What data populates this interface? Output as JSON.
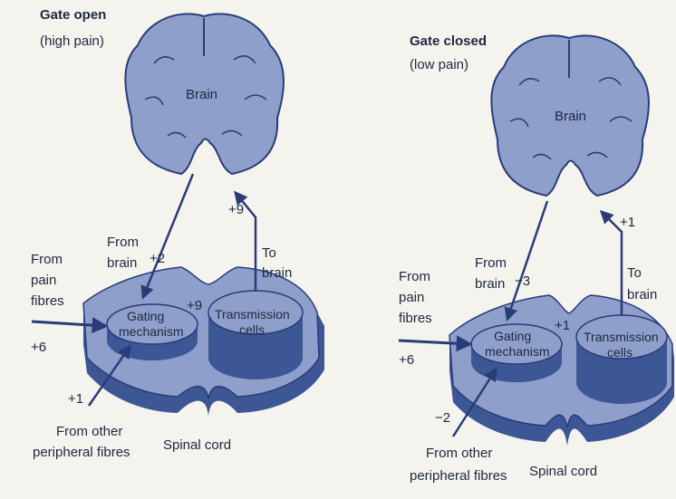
{
  "panels": [
    {
      "title": "Gate open",
      "subtitle": "(high pain)",
      "brain": "Brain",
      "from_brain": [
        "From",
        "brain"
      ],
      "from_brain_value": "+2",
      "to_brain": [
        "To",
        "brain"
      ],
      "to_brain_value": "+9",
      "from_pain": [
        "From",
        "pain",
        "fibres"
      ],
      "pain_value": "+6",
      "gating": [
        "Gating",
        "mechanism"
      ],
      "transmission": [
        "Transmission",
        "cells"
      ],
      "center_value": "+9",
      "peripheral_value": "+1",
      "peripheral": [
        "From other",
        "peripheral fibres"
      ],
      "spinal": "Spinal cord"
    },
    {
      "title": "Gate closed",
      "subtitle": "(low pain)",
      "brain": "Brain",
      "from_brain": [
        "From",
        "brain"
      ],
      "from_brain_value": "−3",
      "to_brain": [
        "To",
        "brain"
      ],
      "to_brain_value": "+1",
      "from_pain": [
        "From",
        "pain",
        "fibres"
      ],
      "pain_value": "+6",
      "gating": [
        "Gating",
        "mechanism"
      ],
      "transmission": [
        "Transmission",
        "cells"
      ],
      "center_value": "+1",
      "peripheral_value": "−2",
      "peripheral": [
        "From other",
        "peripheral fibres"
      ],
      "spinal": "Spinal cord"
    }
  ],
  "colors": {
    "light": "#8e9fcb",
    "dark": "#3d5696",
    "line": "#2a3c78",
    "text": "#1f2740",
    "bg": "#f4f3ee"
  }
}
